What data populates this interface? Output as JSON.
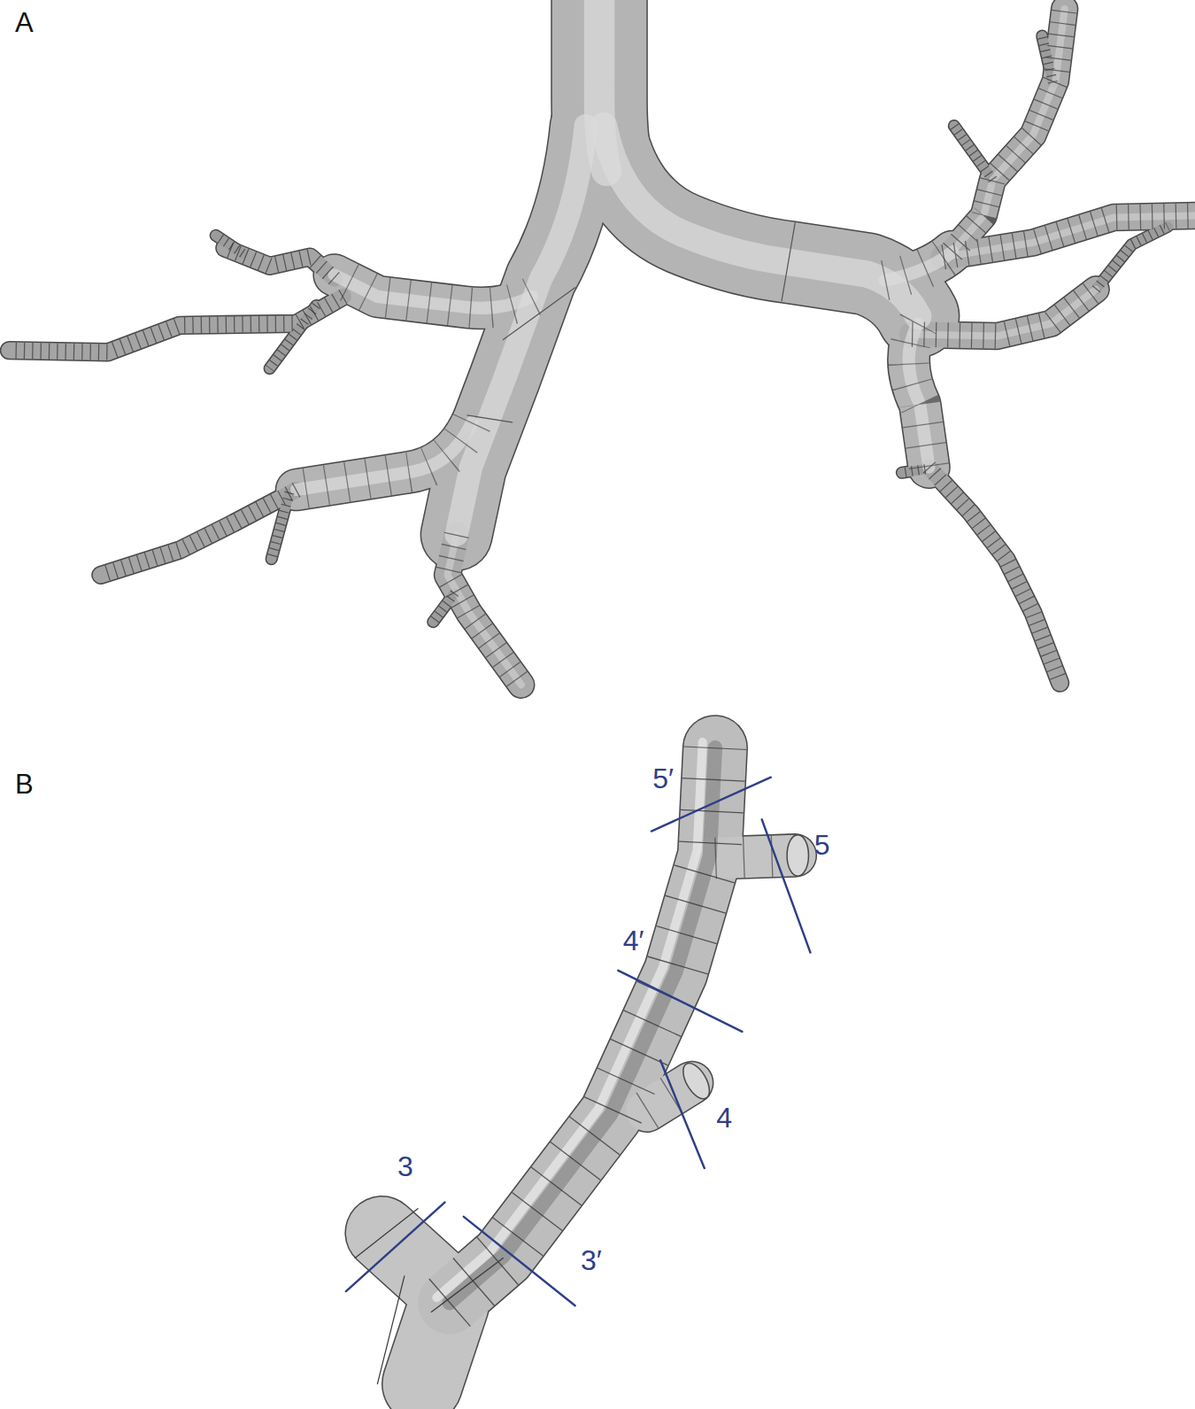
{
  "diagram": {
    "labels": [
      "A",
      "B",
      "5′",
      "5",
      "4′",
      "4",
      "3",
      "3′"
    ]
  }
}
